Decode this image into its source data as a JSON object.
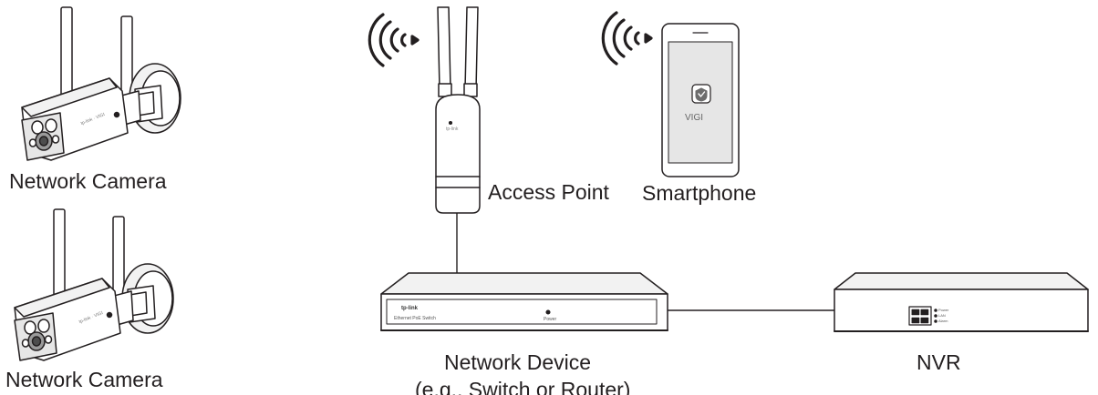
{
  "devices": {
    "camera_1": {
      "label": "Network Camera",
      "brand": "tp-link · VIGI"
    },
    "camera_2": {
      "label": "Network Camera",
      "brand": "tp-link · VIGI"
    },
    "access_point": {
      "label": "Access Point",
      "brand": "tp-link"
    },
    "smartphone": {
      "label": "Smartphone",
      "app_name": "VIGI"
    },
    "network_device": {
      "label_line1": "Network Device",
      "label_line2": "(e.g., Switch or Router)",
      "brand": "tp-link",
      "model_text": "Ethernet PoE Switch",
      "power_text": "Power"
    },
    "nvr": {
      "label": "NVR",
      "led_labels": [
        "Power",
        "LAN",
        "Alarm"
      ]
    }
  },
  "icons": [
    "wifi-signal-icon",
    "wifi-signal-icon",
    "vigi-app-icon"
  ],
  "colors": {
    "line": "#231f20",
    "device_fill": "#f2f2f2",
    "screen": "#e6e6e6"
  }
}
